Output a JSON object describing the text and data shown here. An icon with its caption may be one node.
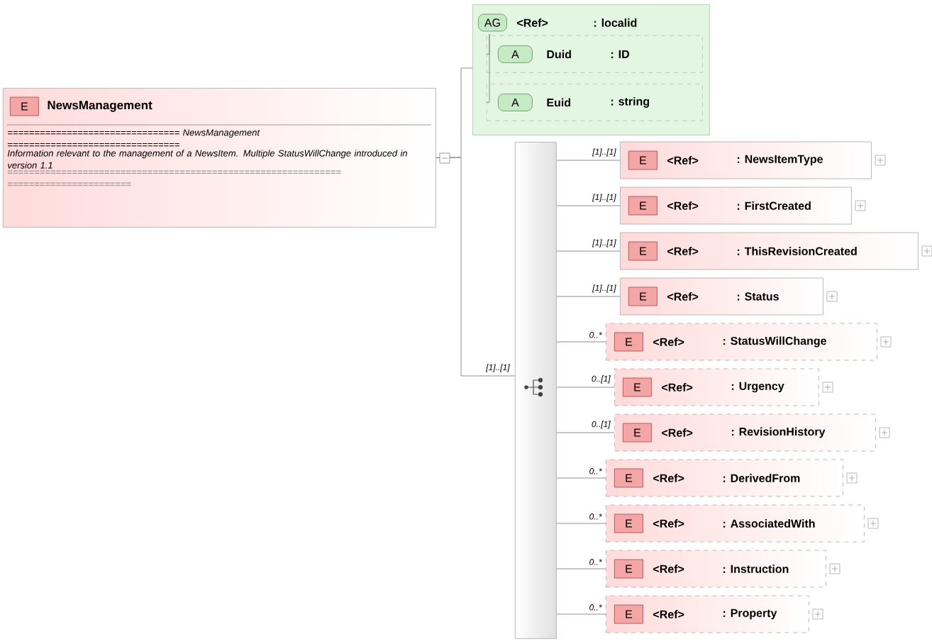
{
  "diagram": {
    "nodes": [
      {
        "text": [
          "E",
          "NewsManagement",
          "================================ NewsManagement ================================",
          "Information relevant to the management of a NewsItem. Multiple StatusWillChange introduced in version 1.1",
          "============================================================== ======================="
        ]
      },
      {
        "text": [
          "AG",
          "<Ref>",
          ": localid"
        ]
      },
      {
        "text": [
          "A",
          "Duid",
          ": ID"
        ],
        "in": 1
      },
      {
        "text": [
          "A",
          "Euid",
          ": string"
        ],
        "in": 1
      },
      {
        "text": [],
        "shape": "bar"
      },
      {
        "text": [
          "E",
          "<Ref>",
          ": NewsItemType"
        ]
      },
      {
        "text": [
          "E",
          "<Ref>",
          ": FirstCreated"
        ]
      },
      {
        "text": [
          "E",
          "<Ref>",
          ": ThisRevisionCreated"
        ]
      },
      {
        "text": [
          "E",
          "<Ref>",
          ": Status"
        ]
      },
      {
        "text": [
          "E",
          "<Ref>",
          ": StatusWillChange"
        ]
      },
      {
        "text": [
          "E",
          "<Ref>",
          ": Urgency"
        ]
      },
      {
        "text": [
          "E",
          "<Ref>",
          ": RevisionHistory"
        ]
      },
      {
        "text": [
          "E",
          "<Ref>",
          ": DerivedFrom"
        ]
      },
      {
        "text": [
          "E",
          "<Ref>",
          ": AssociatedWith"
        ]
      },
      {
        "text": [
          "E",
          "<Ref>",
          ": Instruction"
        ]
      },
      {
        "text": [
          "E",
          "<Ref>",
          ": Property"
        ]
      }
    ],
    "edges": [
      {
        "from": 0,
        "to": 1,
        "arrow": "none"
      },
      {
        "from": 1,
        "to": 2,
        "arrow": "none"
      },
      {
        "from": 1,
        "to": 3,
        "arrow": "none"
      },
      {
        "from": 0,
        "to": 4,
        "arrow": "none",
        "label": "[1]..[1]"
      },
      {
        "from": 4,
        "to": 5,
        "arrow": "none",
        "label": "[1]..[1]"
      },
      {
        "from": 4,
        "to": 6,
        "arrow": "none",
        "label": "[1]..[1]"
      },
      {
        "from": 4,
        "to": 7,
        "arrow": "none",
        "label": "[1]..[1]"
      },
      {
        "from": 4,
        "to": 8,
        "arrow": "none",
        "label": "[1]..[1]"
      },
      {
        "from": 4,
        "to": 9,
        "arrow": "none",
        "label": "0..*"
      },
      {
        "from": 4,
        "to": 10,
        "arrow": "none",
        "label": "0..[1]"
      },
      {
        "from": 4,
        "to": 11,
        "arrow": "none",
        "label": "0..[1]"
      },
      {
        "from": 4,
        "to": 12,
        "arrow": "none",
        "label": "0..*"
      },
      {
        "from": 4,
        "to": 13,
        "arrow": "none",
        "label": "0..*"
      },
      {
        "from": 4,
        "to": 14,
        "arrow": "none",
        "label": "0..*"
      },
      {
        "from": 4,
        "to": 15,
        "arrow": "none",
        "label": "0..*"
      }
    ]
  }
}
